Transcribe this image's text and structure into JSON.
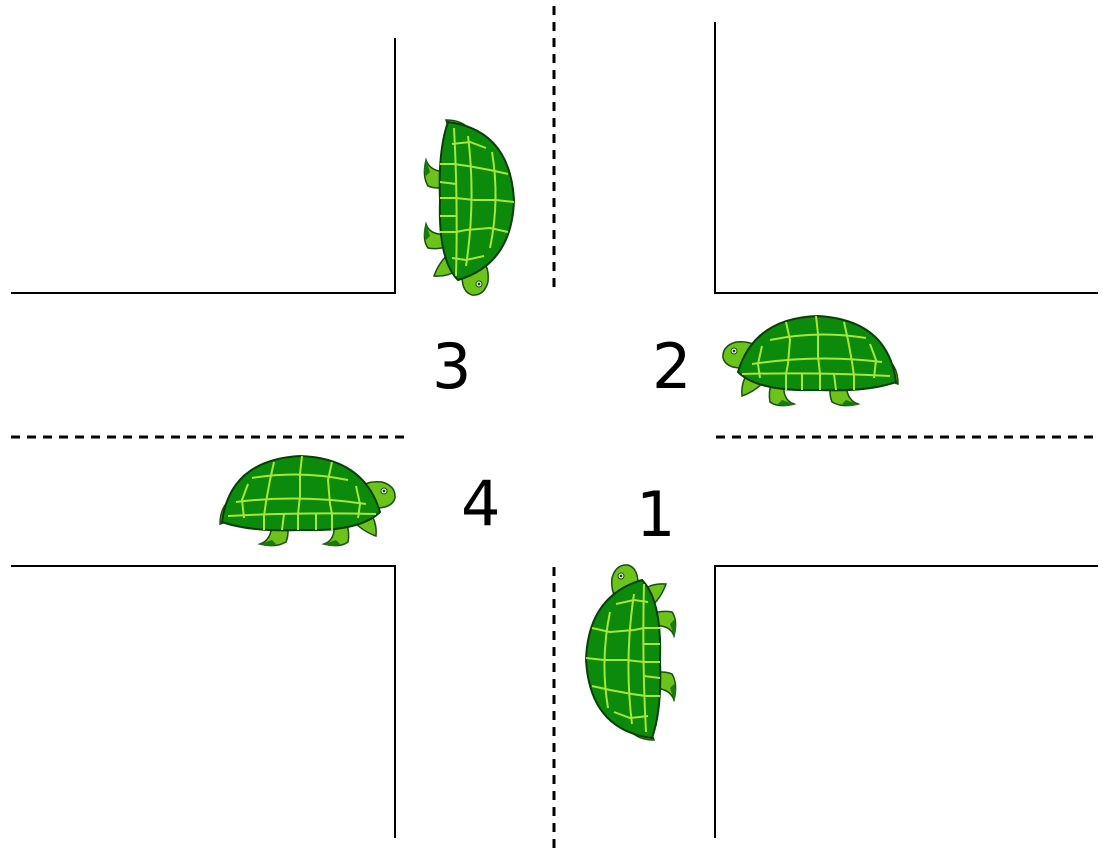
{
  "quadrant_labels": {
    "one": "1",
    "two": "2",
    "three": "3",
    "four": "4"
  },
  "colors": {
    "shell": "#0b8a0b",
    "shell_seams": "#a8e63a",
    "skin": "#6cc41b",
    "skin_dark": "#1a7a10",
    "road_lines": "#000000"
  },
  "turtles": [
    {
      "id": "north",
      "heading": "south"
    },
    {
      "id": "east",
      "heading": "west"
    },
    {
      "id": "west",
      "heading": "east"
    },
    {
      "id": "south",
      "heading": "north"
    }
  ]
}
